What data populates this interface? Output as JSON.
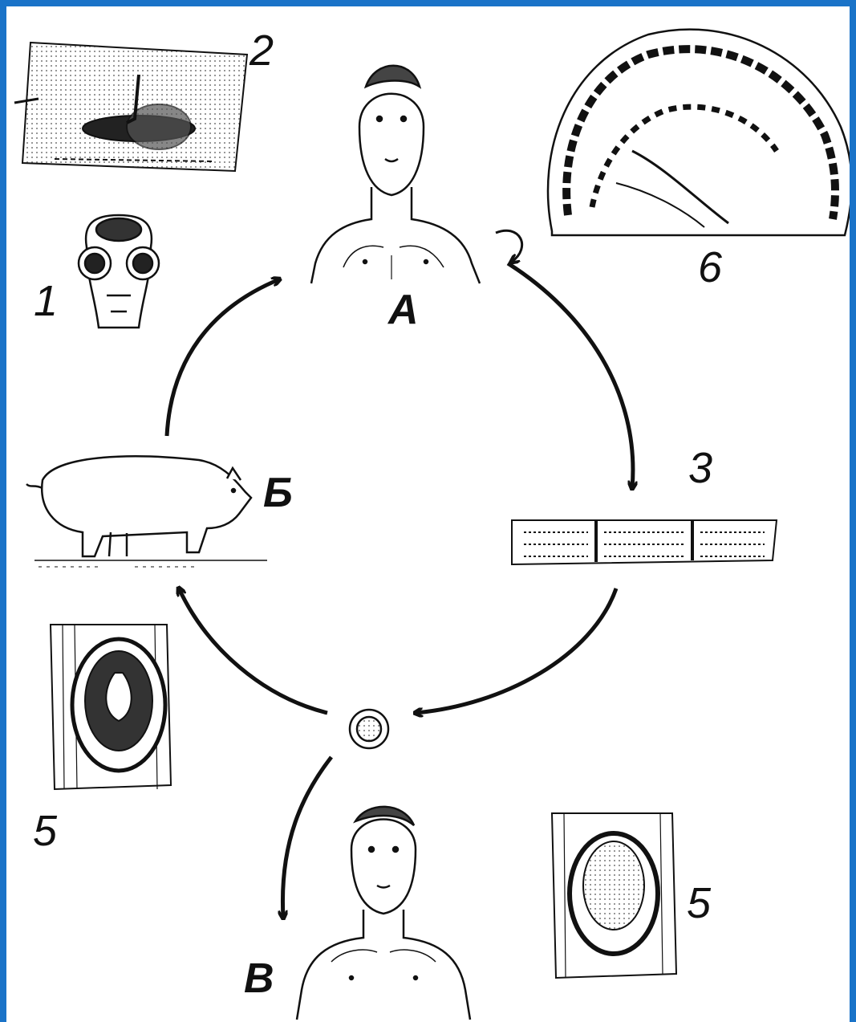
{
  "labels": {
    "host_a": "А",
    "host_b": "Б",
    "host_v": "В",
    "n1": "1",
    "n2": "2",
    "n3": "3",
    "n5a": "5",
    "n5b": "5",
    "n6": "6"
  },
  "colors": {
    "frame": "#1a73c8",
    "ink": "#111111",
    "background": "#ffffff"
  }
}
